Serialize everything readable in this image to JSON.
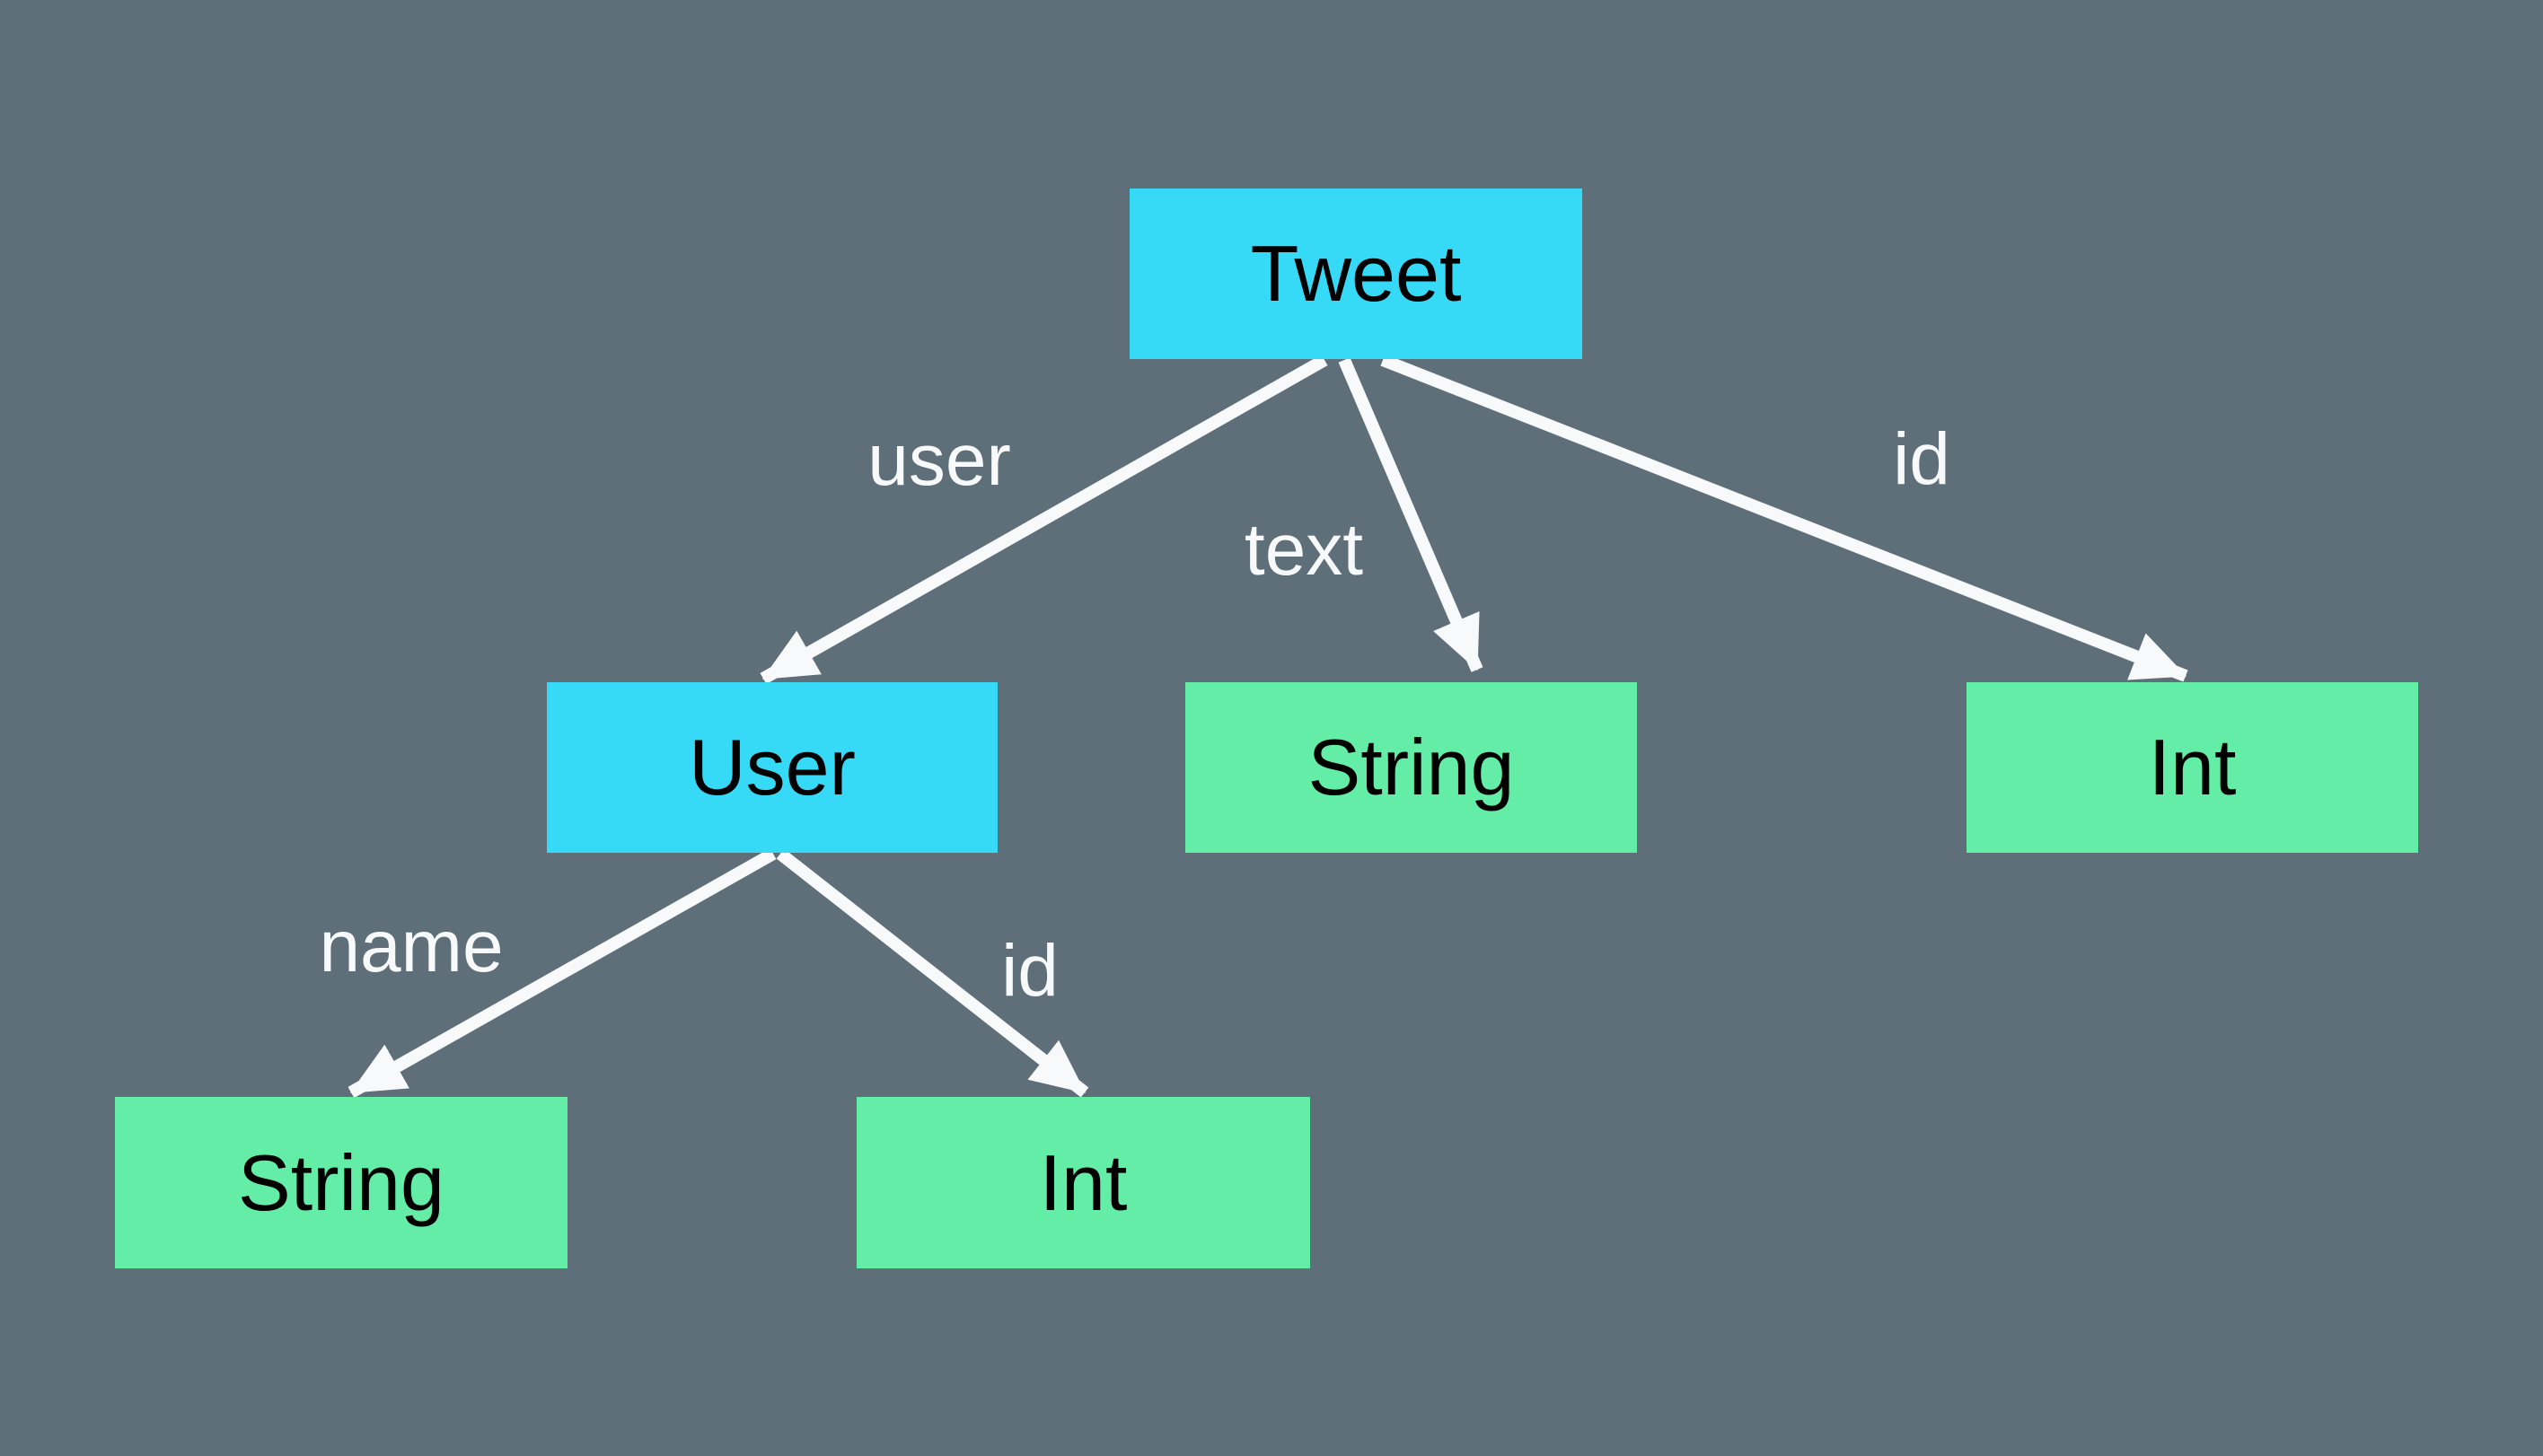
{
  "diagram": {
    "description": "Type tree diagram",
    "nodes": [
      {
        "id": "tweet",
        "label": "Tweet",
        "kind": "type"
      },
      {
        "id": "user",
        "label": "User",
        "kind": "type"
      },
      {
        "id": "tweet-text",
        "label": "String",
        "kind": "primitive"
      },
      {
        "id": "tweet-id",
        "label": "Int",
        "kind": "primitive"
      },
      {
        "id": "user-name",
        "label": "String",
        "kind": "primitive"
      },
      {
        "id": "user-id",
        "label": "Int",
        "kind": "primitive"
      }
    ],
    "edges": [
      {
        "from": "tweet",
        "to": "user",
        "label": "user"
      },
      {
        "from": "tweet",
        "to": "tweet-text",
        "label": "text"
      },
      {
        "from": "tweet",
        "to": "tweet-id",
        "label": "id"
      },
      {
        "from": "user",
        "to": "user-name",
        "label": "name"
      },
      {
        "from": "user",
        "to": "user-id",
        "label": "id"
      }
    ],
    "colors": {
      "background": "#5E6F79",
      "type_node_fill": "#36D9F6",
      "primitive_node_fill": "#63EDA6",
      "node_text": "#000000",
      "edge_label_text": "#F7F9FA",
      "arrow": "#F7F9FA"
    }
  }
}
